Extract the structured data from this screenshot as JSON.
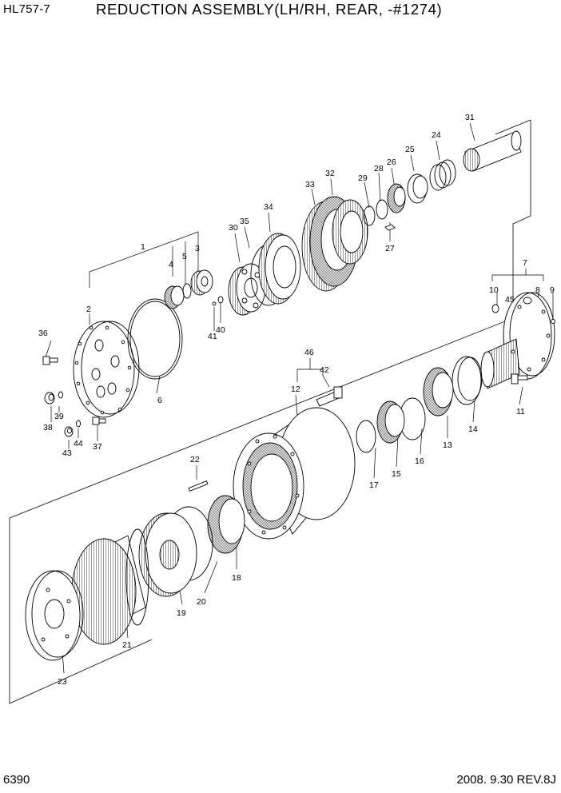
{
  "header": {
    "model": "HL757-7",
    "title": "REDUCTION ASSEMBLY(LH/RH, REAR, -#1274)"
  },
  "footer": {
    "page_number": "6390",
    "date_revision": "2008. 9.30  REV.8J"
  },
  "part_labels": {
    "p1": "1",
    "p2": "2",
    "p3": "3",
    "p4": "4",
    "p5": "5",
    "p6": "6",
    "p7": "7",
    "p8": "8",
    "p9": "9",
    "p10": "10",
    "p11": "11",
    "p12": "12",
    "p13": "13",
    "p14": "14",
    "p15": "15",
    "p16": "16",
    "p17": "17",
    "p18": "18",
    "p19": "19",
    "p20": "20",
    "p21": "21",
    "p22": "22",
    "p23": "23",
    "p24": "24",
    "p25": "25",
    "p26": "26",
    "p27": "27",
    "p28": "28",
    "p29": "29",
    "p30": "30",
    "p31": "31",
    "p32": "32",
    "p33": "33",
    "p34": "34",
    "p35": "35",
    "p36": "36",
    "p37": "37",
    "p38": "38",
    "p39": "39",
    "p40": "40",
    "p41": "41",
    "p42": "42",
    "p43": "43",
    "p44": "44",
    "p45": "45",
    "p46": "46"
  }
}
